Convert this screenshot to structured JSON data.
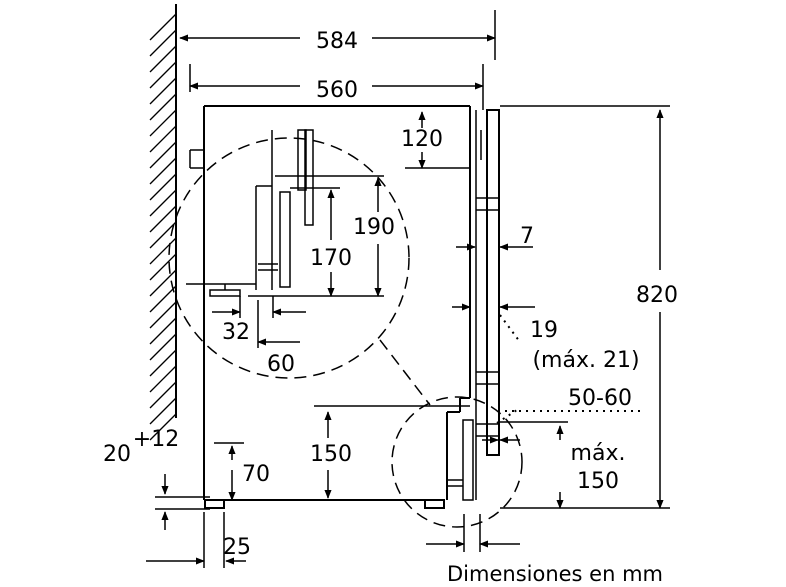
{
  "dimensions": {
    "d584": "584",
    "d560": "560",
    "d120": "120",
    "d190": "190",
    "d170": "170",
    "d7": "7",
    "d820": "820",
    "d32": "32",
    "d60": "60",
    "d19": "19",
    "d19_max": "(máx. 21)",
    "d50_60": "50-60",
    "d150_left": "150",
    "d70": "70",
    "d_max": "máx.",
    "d150_right": "150",
    "d20": "20",
    "d_plus12": "+12",
    "d25": "25"
  },
  "caption": "Dimensiones en mm"
}
